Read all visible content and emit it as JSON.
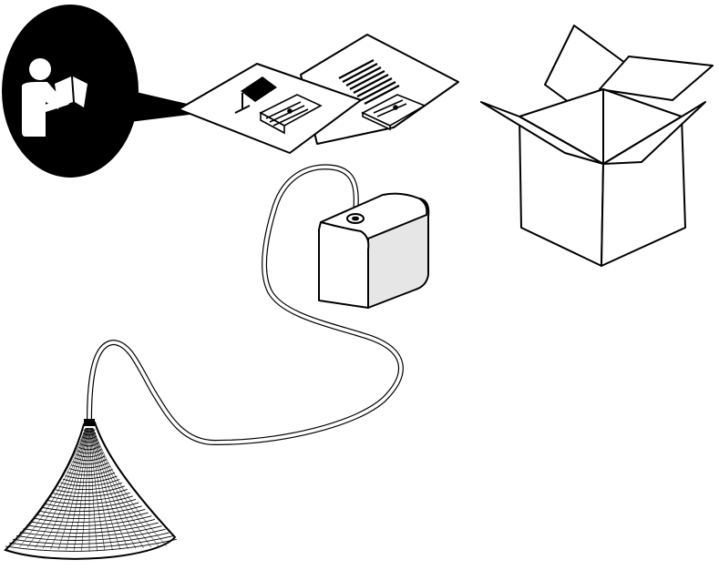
{
  "figure": {
    "description_text": "",
    "items": [
      {
        "id": "read-manual-symbol",
        "icon": "person-reading-manual-icon"
      },
      {
        "id": "instruction-sheets",
        "icon": "document-icon"
      },
      {
        "id": "shipping-box",
        "icon": "open-box-icon"
      },
      {
        "id": "control-unit",
        "icon": "device-box-icon"
      },
      {
        "id": "connecting-hose",
        "icon": "hose-icon"
      },
      {
        "id": "cone-attachment",
        "icon": "cone-icon"
      }
    ],
    "colors": {
      "ink": "#000000",
      "paper": "#ffffff",
      "device_side": "#e6e6e6"
    }
  }
}
